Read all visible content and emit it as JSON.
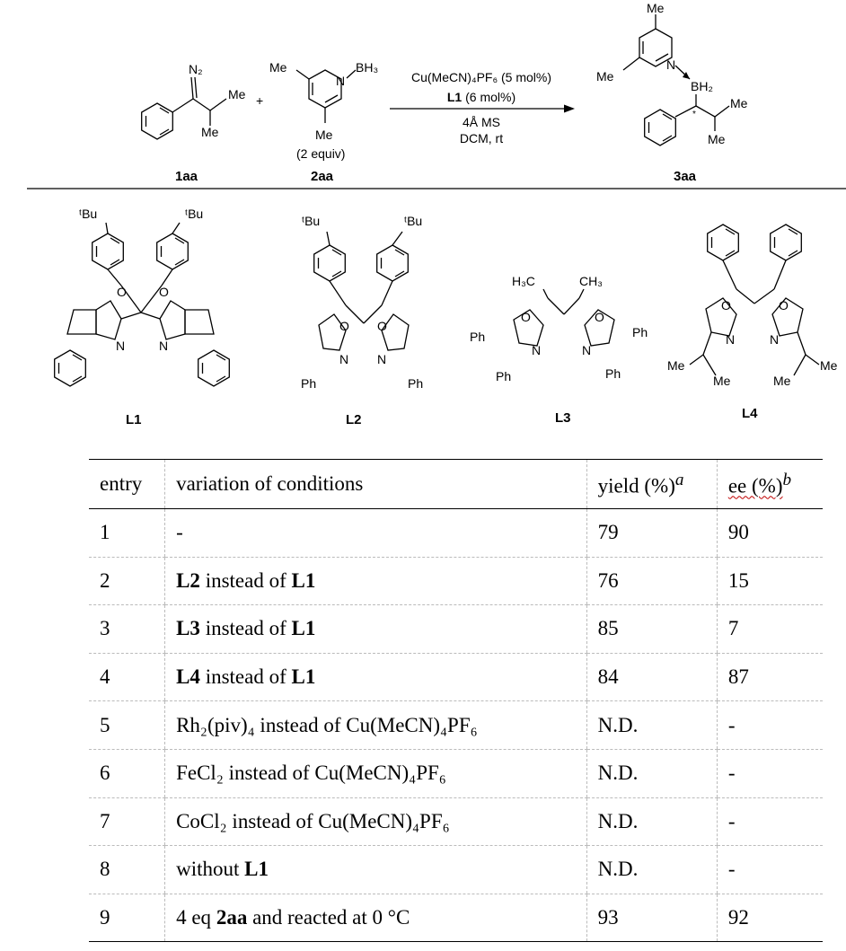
{
  "scheme": {
    "reactant1": {
      "label": "1aa",
      "n2": "N₂",
      "me_a": "Me",
      "me_b": "Me"
    },
    "plus": "+",
    "reactant2": {
      "label": "2aa",
      "bh3": "BH₃",
      "n": "N",
      "me_a": "Me",
      "me_b": "Me",
      "equiv": "(2 equiv)"
    },
    "conditions": {
      "line1": "Cu(MeCN)₄PF₆ (5 mol%)",
      "line2_bold": "L1",
      "line2_rest": " (6 mol%)",
      "line3": "4Å MS",
      "line4": "DCM, rt"
    },
    "product": {
      "label": "3aa",
      "n": "N",
      "bh2": "BH₂",
      "me_a": "Me",
      "me_b": "Me",
      "me_c": "Me",
      "me_d": "Me",
      "stereo": "*"
    },
    "ligands": [
      {
        "label": "L1",
        "tbu": "ᵗBu",
        "o": "O",
        "n": "N"
      },
      {
        "label": "L2",
        "tbu": "ᵗBu",
        "o": "O",
        "n": "N",
        "ph": "Ph"
      },
      {
        "label": "L3",
        "ch3": "CH₃",
        "h3c": "H₃C",
        "o": "O",
        "n": "N",
        "ph": "Ph"
      },
      {
        "label": "L4",
        "o": "O",
        "n": "N",
        "me": "Me"
      }
    ]
  },
  "table": {
    "headers": {
      "entry": "entry",
      "variation": "variation of conditions",
      "yield": "yield (%)",
      "yield_note": "a",
      "ee": "ee (%)",
      "ee_note": "b"
    },
    "rows": [
      {
        "entry": "1",
        "pre": "-",
        "bold": "",
        "mid": "",
        "bold2": "",
        "yield": "79",
        "ee": "90"
      },
      {
        "entry": "2",
        "pre": "",
        "bold": "L2",
        "mid": " instead of ",
        "bold2": "L1",
        "yield": "76",
        "ee": "15"
      },
      {
        "entry": "3",
        "pre": "",
        "bold": "L3",
        "mid": " instead of ",
        "bold2": "L1",
        "yield": "85",
        "ee": "7"
      },
      {
        "entry": "4",
        "pre": "",
        "bold": "L4",
        "mid": " instead of ",
        "bold2": "L1",
        "yield": "84",
        "ee": "87"
      },
      {
        "entry": "5",
        "pre": "Rh₂(piv)₄ instead of Cu(MeCN)₄PF₆",
        "bold": "",
        "mid": "",
        "bold2": "",
        "yield": "N.D.",
        "ee": "-"
      },
      {
        "entry": "6",
        "pre": "FeCl₂ instead of Cu(MeCN)₄PF₆",
        "bold": "",
        "mid": "",
        "bold2": "",
        "yield": "N.D.",
        "ee": "-"
      },
      {
        "entry": "7",
        "pre": "CoCl₂ instead of Cu(MeCN)₄PF₆",
        "bold": "",
        "mid": "",
        "bold2": "",
        "yield": "N.D.",
        "ee": "-"
      },
      {
        "entry": "8",
        "pre": "without ",
        "bold": "L1",
        "mid": "",
        "bold2": "",
        "yield": "N.D.",
        "ee": "-"
      },
      {
        "entry": "9",
        "pre": "4 eq ",
        "bold": "2aa",
        "mid": " and reacted at 0 °C",
        "bold2": "",
        "yield": "93",
        "ee": "92"
      }
    ]
  }
}
